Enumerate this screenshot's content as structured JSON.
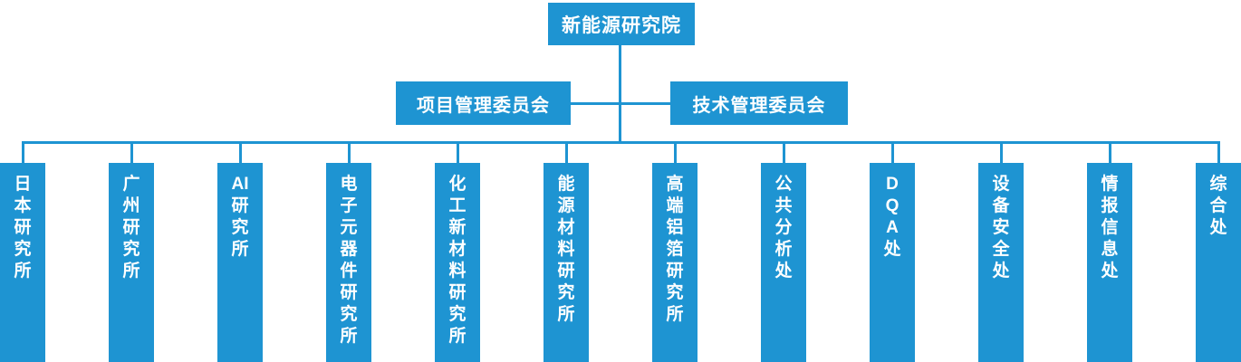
{
  "colors": {
    "node_fill": "#1E94D2",
    "node_text": "#FFFFFF",
    "connector": "#1E94D2",
    "background": "#FFFFFF"
  },
  "org_chart": {
    "root": {
      "label": "新能源研究院"
    },
    "committees": [
      {
        "label": "项目管理委员会"
      },
      {
        "label": "技术管理委员会"
      }
    ],
    "departments": [
      {
        "label": "日本研究所",
        "lines": [
          "日",
          "本",
          "研",
          "究",
          "所"
        ]
      },
      {
        "label": "广州研究所",
        "lines": [
          "广",
          "州",
          "研",
          "究",
          "所"
        ]
      },
      {
        "label": "AI研究所",
        "lines": [
          "AI",
          "研",
          "究",
          "所"
        ]
      },
      {
        "label": "电子元器件研究所",
        "lines": [
          "电",
          "子",
          "元",
          "器",
          "件",
          "研",
          "究",
          "所"
        ]
      },
      {
        "label": "化工新材料研究所",
        "lines": [
          "化",
          "工",
          "新",
          "材",
          "料",
          "研",
          "究",
          "所"
        ]
      },
      {
        "label": "能源材料研究所",
        "lines": [
          "能",
          "源",
          "材",
          "料",
          "研",
          "究",
          "所"
        ]
      },
      {
        "label": "高端铝箔研究所",
        "lines": [
          "高",
          "端",
          "铝",
          "箔",
          "研",
          "究",
          "所"
        ]
      },
      {
        "label": "公共分析处",
        "lines": [
          "公",
          "共",
          "分",
          "析",
          "处"
        ]
      },
      {
        "label": "DQA处",
        "lines": [
          "D",
          "Q",
          "A",
          "处"
        ]
      },
      {
        "label": "设备安全处",
        "lines": [
          "设",
          "备",
          "安",
          "全",
          "处"
        ]
      },
      {
        "label": "情报信息处",
        "lines": [
          "情",
          "报",
          "信",
          "息",
          "处"
        ]
      },
      {
        "label": "综合处",
        "lines": [
          "综",
          "合",
          "处"
        ]
      }
    ]
  }
}
